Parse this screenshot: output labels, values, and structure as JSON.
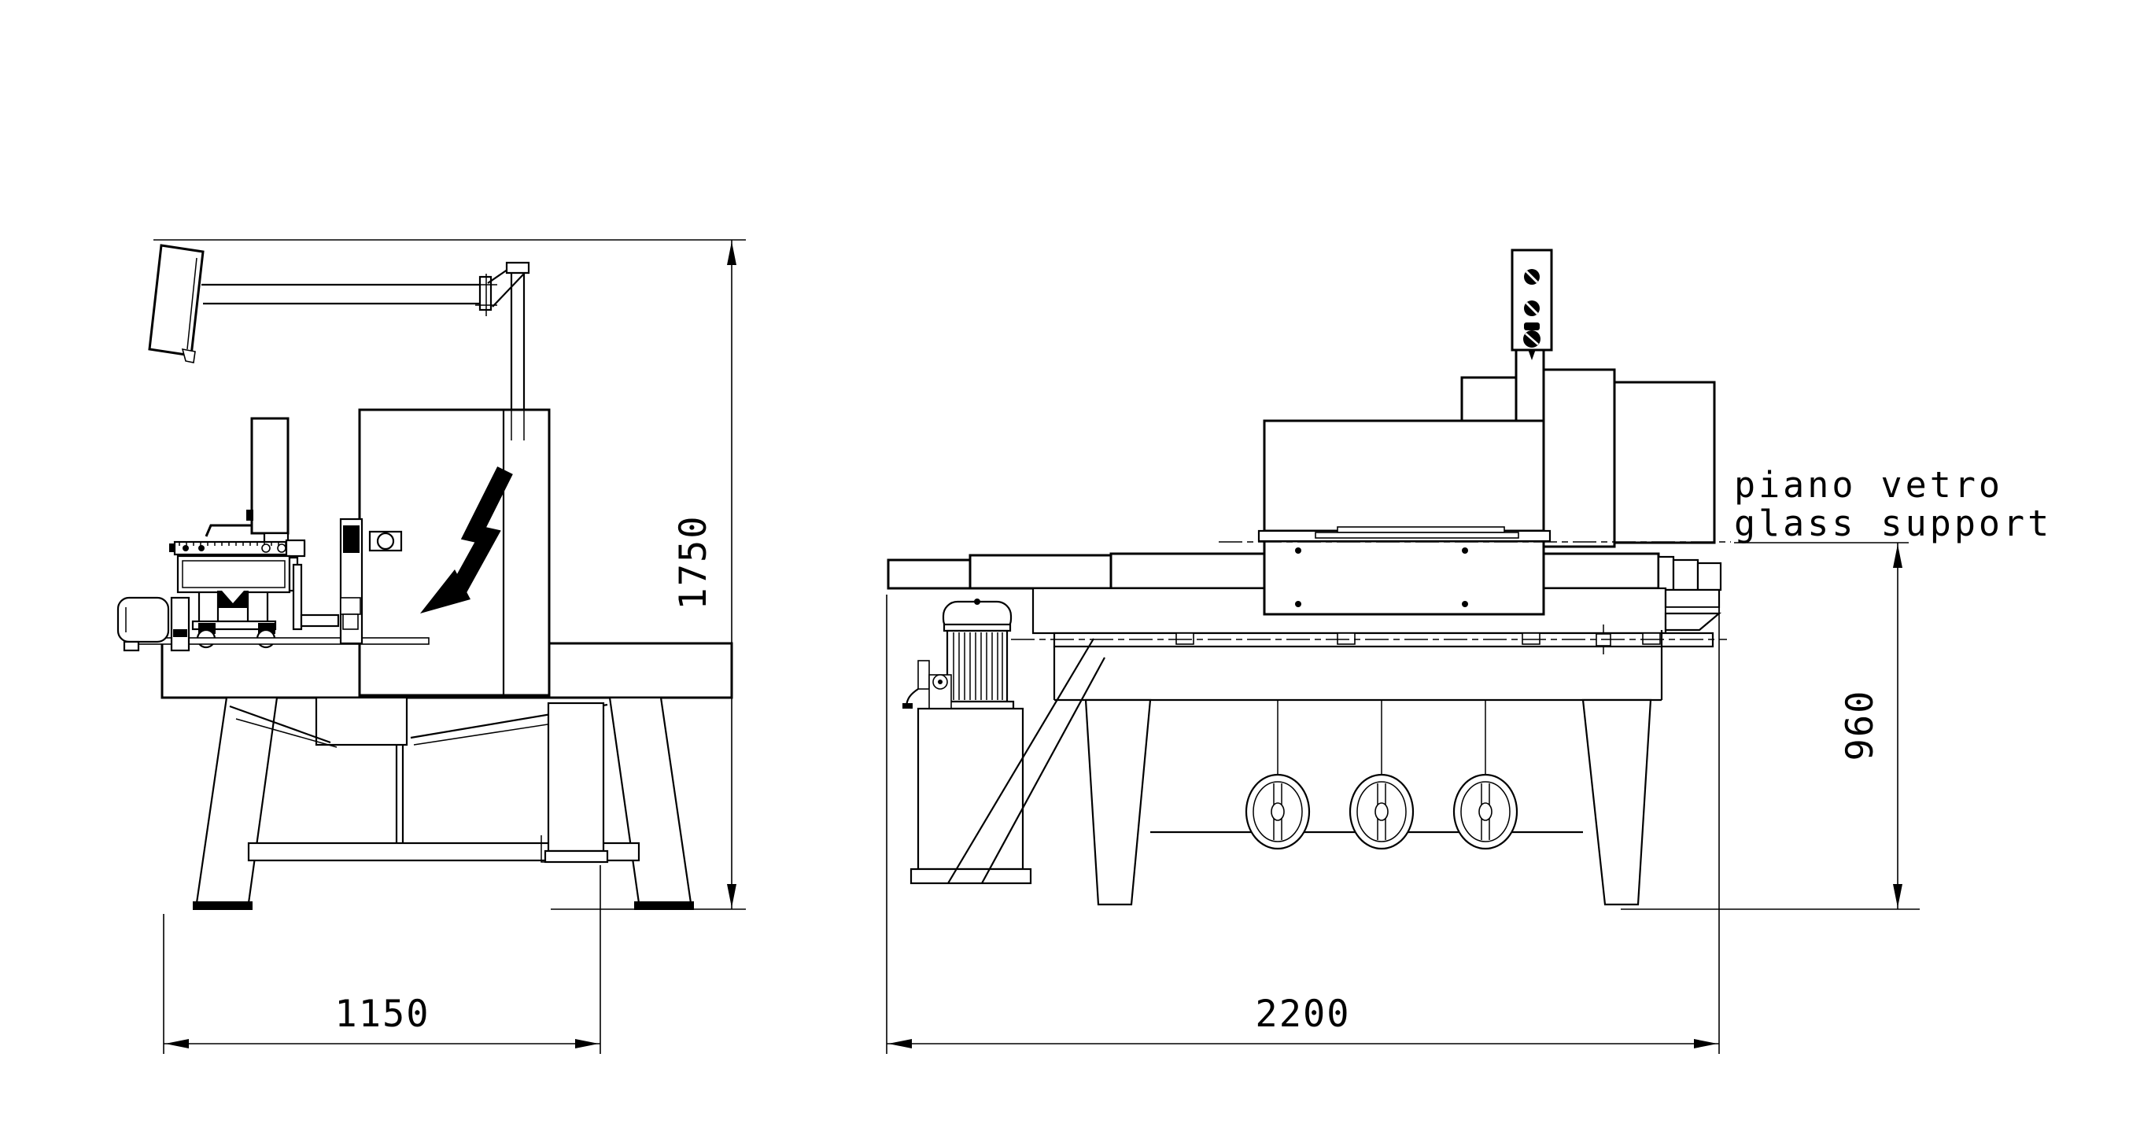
{
  "drawing": {
    "type": "technical-two-view-machine-drawing",
    "background": "#ffffff",
    "line_color": "#000000",
    "label": {
      "line1": "piano vetro",
      "line2": "glass support"
    },
    "dimensions": {
      "overall_height": "1750",
      "base_depth": "1150",
      "overall_length": "2200",
      "glass_plane_height": "960"
    },
    "icons": {
      "hazard": "lightning-bolt-icon"
    }
  }
}
